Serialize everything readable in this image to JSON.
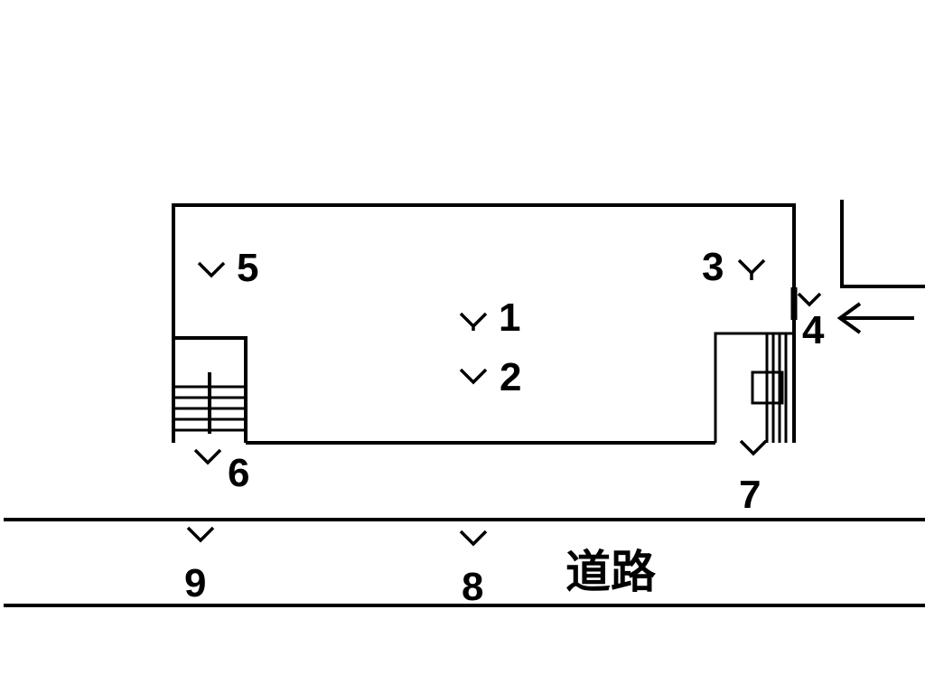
{
  "road_label": "道路",
  "points": [
    {
      "id": "p1",
      "label": "1"
    },
    {
      "id": "p2",
      "label": "2"
    },
    {
      "id": "p3",
      "label": "3"
    },
    {
      "id": "p4",
      "label": "4"
    },
    {
      "id": "p5",
      "label": "5"
    },
    {
      "id": "p6",
      "label": "6"
    },
    {
      "id": "p7",
      "label": "7"
    },
    {
      "id": "p8",
      "label": "8"
    },
    {
      "id": "p9",
      "label": "9"
    }
  ]
}
